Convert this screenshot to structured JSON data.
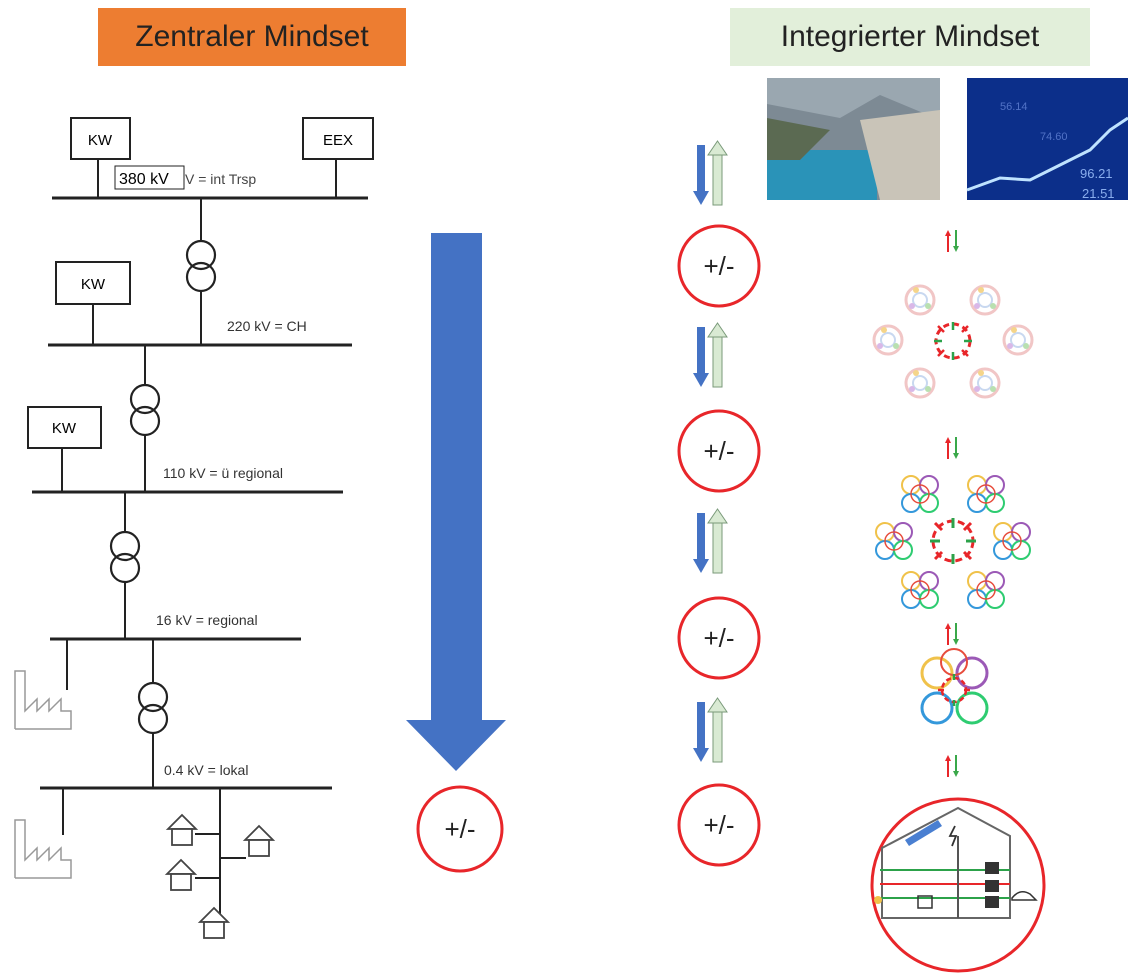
{
  "titles": {
    "left": "Zentraler Mindset",
    "right": "Integrierter Mindset"
  },
  "grid": {
    "nodes": {
      "kw1": "KW",
      "eex": "EEX",
      "kw2": "KW",
      "kw3": "KW",
      "label_380_boxed": "380 kV",
      "label_380_rest": "V = int Trsp"
    },
    "levels": [
      "220 kV = CH",
      "110 kV = ü regional",
      "16 kV = regional",
      "0.4 kV = lokal"
    ]
  },
  "balance_symbol": "+/-",
  "right_balance_symbols": [
    "+/-",
    "+/-",
    "+/-",
    "+/-"
  ],
  "colors": {
    "arrow_blue": "#4472c4",
    "arrow_green": "#d9ead3",
    "circle_red": "#e8262a",
    "title_orange": "#ed7d31",
    "title_green": "#e2efda"
  }
}
